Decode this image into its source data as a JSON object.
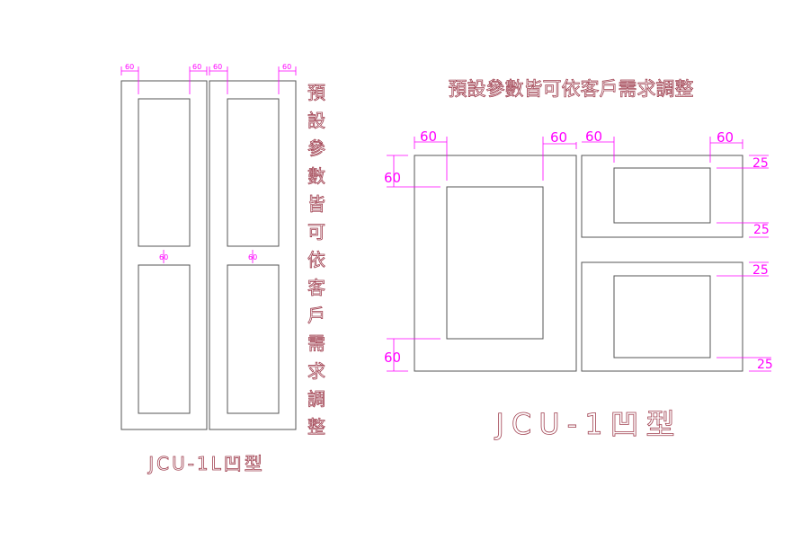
{
  "left_drawing": {
    "vertical_note": [
      "預",
      "設",
      "參",
      "數",
      "皆",
      "可",
      "依",
      "客",
      "戶",
      "需",
      "求",
      "調",
      "整"
    ],
    "title": "JCU-1L凹型",
    "dim_top": "60",
    "dim_middle": "60"
  },
  "right_drawing": {
    "note": "預設參數皆可依客戶需求調整",
    "title": "JCU-1凹型",
    "dim_60": "60",
    "dim_25": "25"
  },
  "colors": {
    "dimension": "#ff00ff",
    "text": "#a04050",
    "lines": "#555555"
  }
}
